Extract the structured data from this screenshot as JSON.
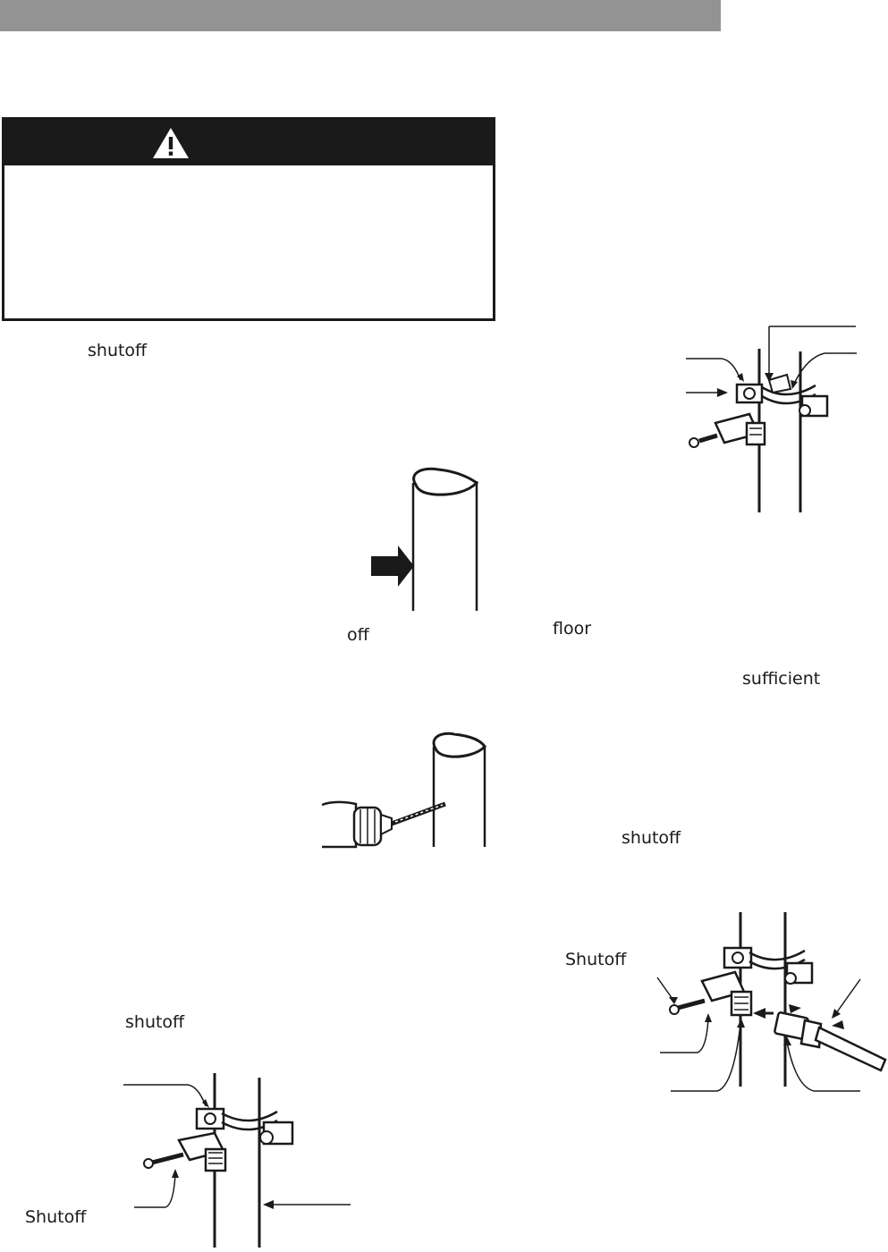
{
  "header": {
    "bar_color": "#939393"
  },
  "warning": {
    "header_color": "#1a1a1a",
    "icon": "warning-triangle-icon"
  },
  "labels": {
    "step_shutoff_1": "shutoff",
    "step_off": "off",
    "step_shutoff_2": "shutoff",
    "callout_shutoff_valve_1": "Shutoff",
    "step_floor": "floor",
    "step_sufficient": "sufficient",
    "step_shutoff_3": "shutoff",
    "callout_shutoff_valve_2": "Shutoff"
  },
  "figures": {
    "pipe_marking": "pipe-with-arrow-illustration",
    "pipe_drilling": "drill-into-pipe-illustration",
    "clamp_install": "shutoff-valve-clamp-illustration",
    "clamp_closeup": "saddle-clamp-closeup-illustration",
    "tube_connect": "tubing-connection-illustration"
  }
}
